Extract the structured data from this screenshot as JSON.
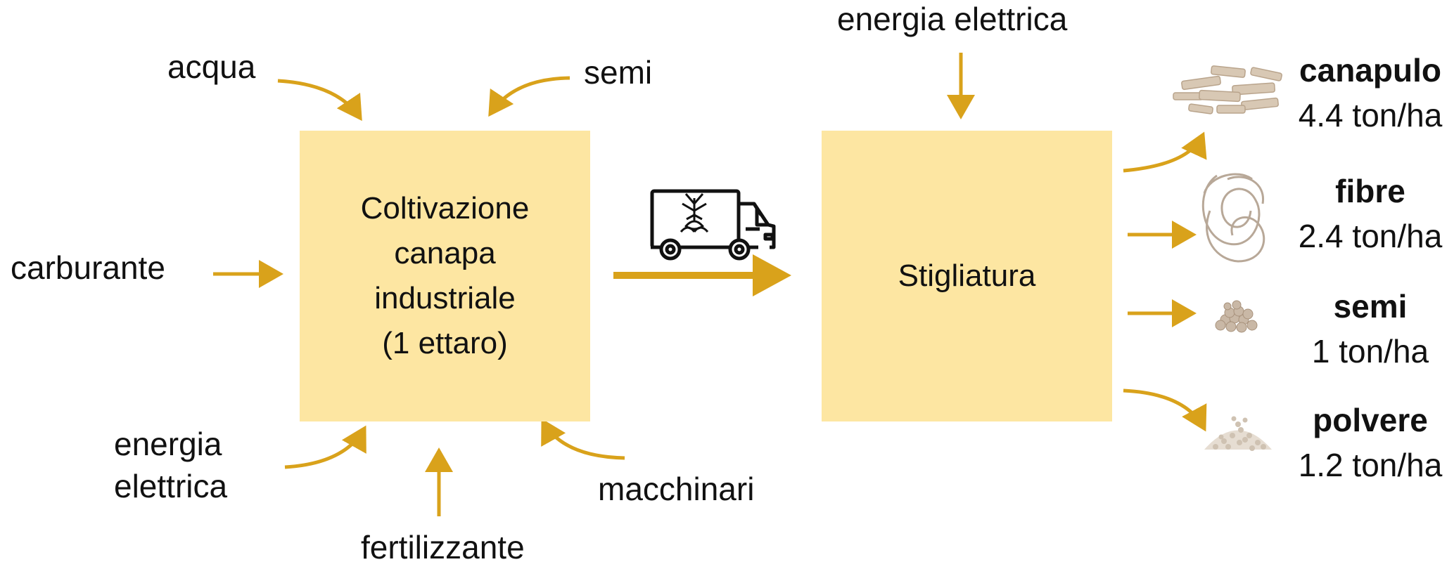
{
  "diagram": {
    "inputs_left": {
      "acqua": "acqua",
      "semi": "semi",
      "carburante": "carburante",
      "energia_line1": "energia",
      "energia_line2": "elettrica",
      "fertilizzante": "fertilizzante",
      "macchinari": "macchinari"
    },
    "process_1": {
      "line1": "Coltivazione",
      "line2": "canapa",
      "line3": "industriale",
      "line4": "(1 ettaro)"
    },
    "process_2": {
      "label": "Stigliatura",
      "input": "energia elettrica"
    },
    "outputs": [
      {
        "name": "canapulo",
        "amount": "4.4 ton/ha"
      },
      {
        "name": "fibre",
        "amount": "2.4 ton/ha"
      },
      {
        "name": "semi",
        "amount": "1 ton/ha"
      },
      {
        "name": "polvere",
        "amount": "1.2 ton/ha"
      }
    ],
    "colors": {
      "arrow": "#d9a21b",
      "box": "#fde6a2",
      "text": "#111111"
    },
    "icons": [
      "truck-icon",
      "hemp-leaf-icon"
    ]
  }
}
